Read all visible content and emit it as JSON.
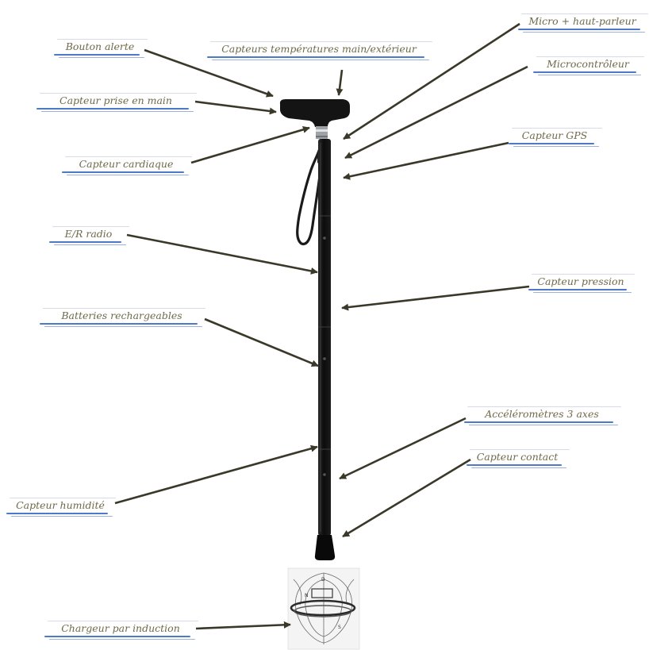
{
  "labels": {
    "bouton_alerte": "Bouton alerte",
    "capteurs_temperatures": "Capteurs températures main/extérieur",
    "micro_haut_parleur": "Micro +  haut-parleur",
    "microcontroleur": "Microcontrôleur",
    "capteur_prise_en_main": "Capteur prise en main",
    "capteur_gps": "Capteur GPS",
    "capteur_cardiaque": "Capteur cardiaque",
    "er_radio": "E/R radio",
    "capteur_pression": "Capteur pression",
    "batteries_rechargeables": "Batteries rechargeables",
    "accelerometres": "Accéléromètres 3 axes",
    "capteur_contact": "Capteur contact",
    "capteur_humidite": "Capteur humidité",
    "chargeur_induction": "Chargeur par induction"
  },
  "colors": {
    "label_text": "#6f6a48",
    "underline_blue": "#4f78c8",
    "arrow": "#3a3828",
    "cane": "#141414"
  }
}
